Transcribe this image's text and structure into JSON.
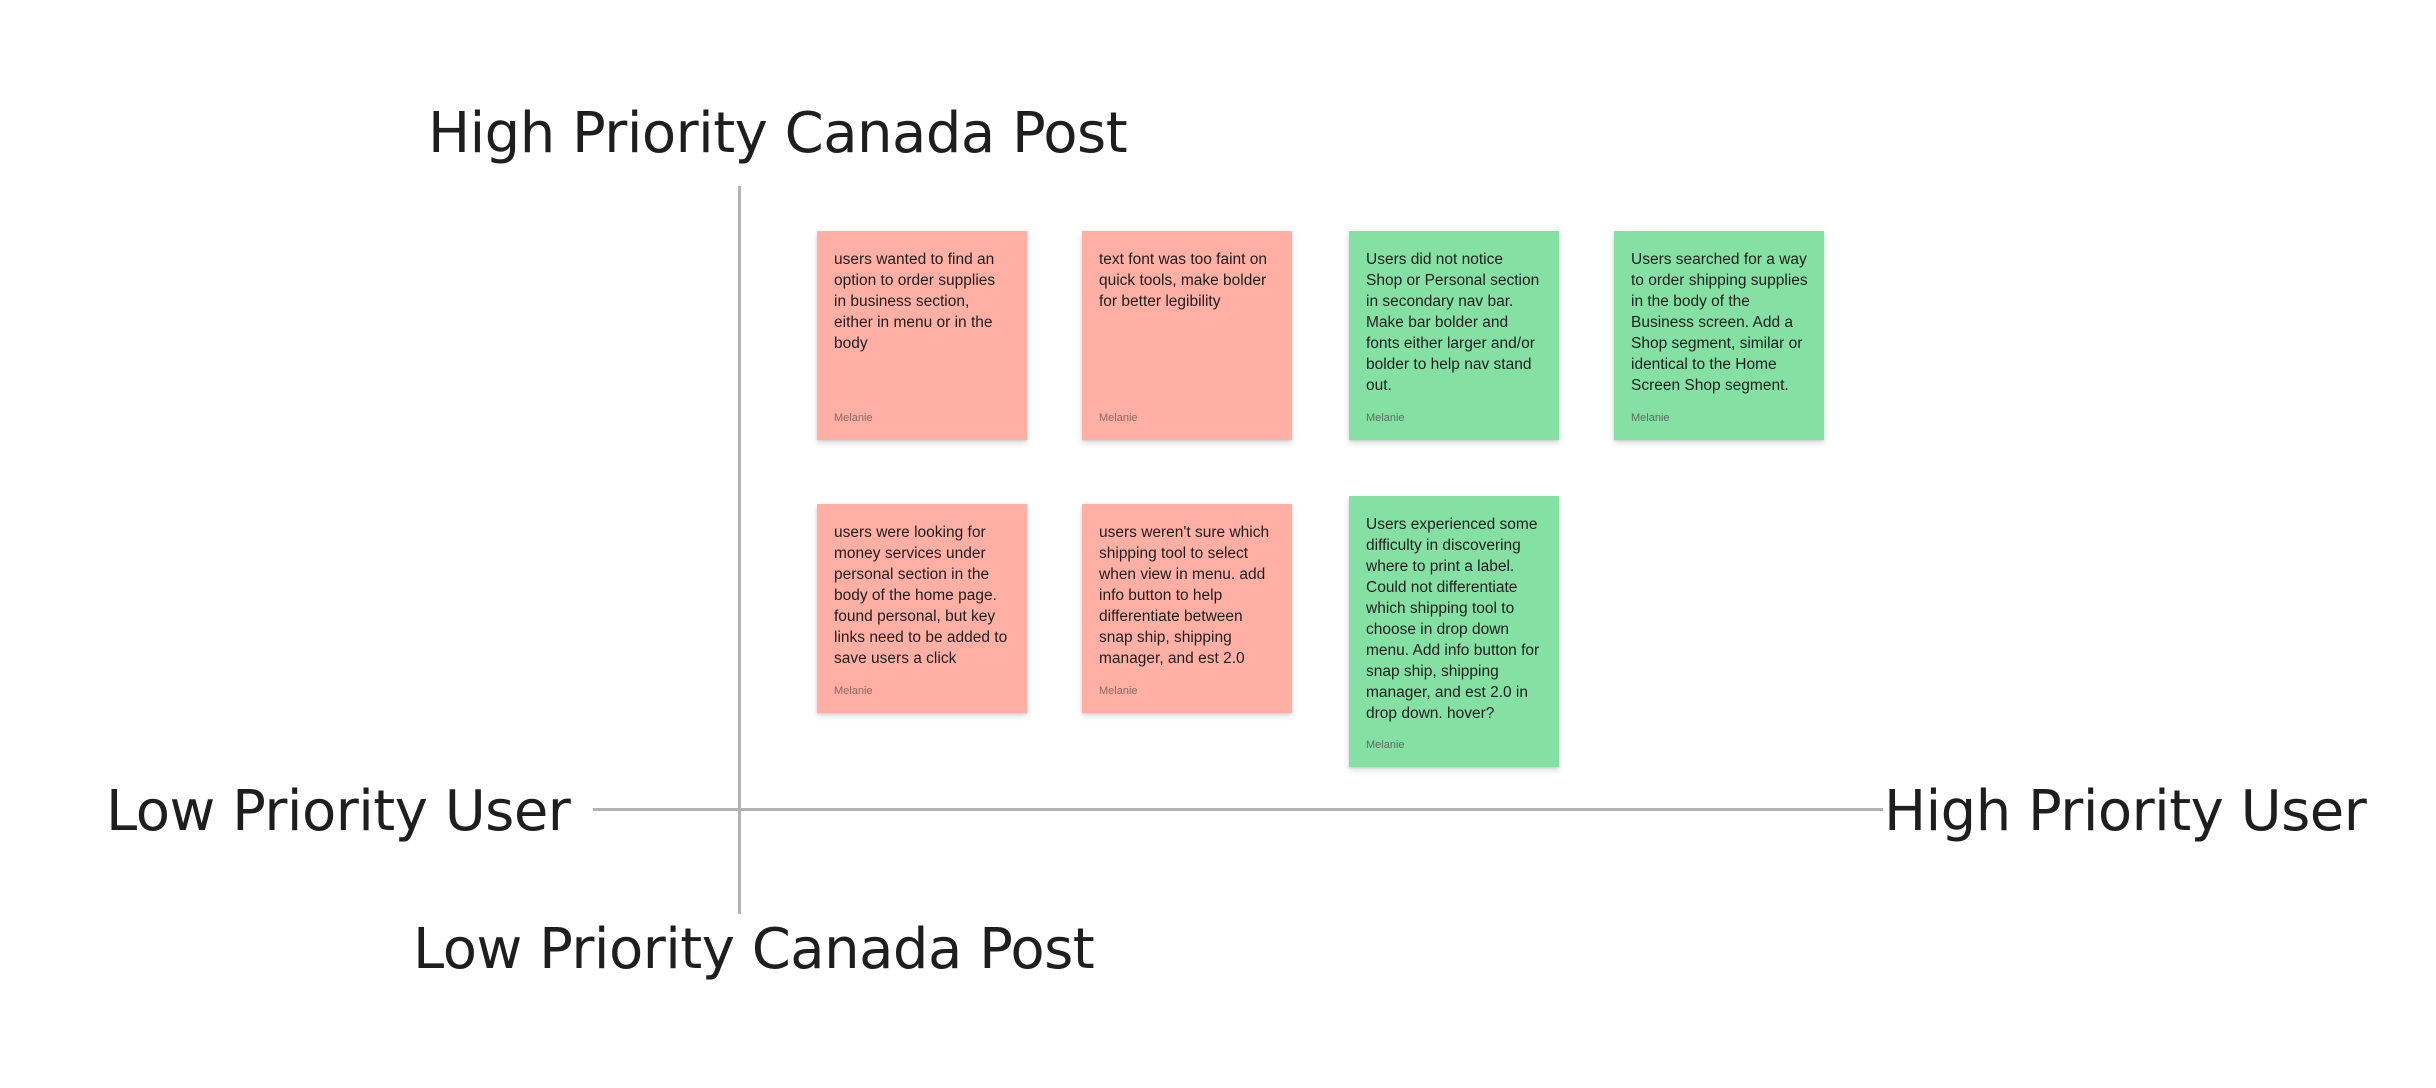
{
  "axes": {
    "top_label": "High Priority Canada Post",
    "bottom_label": "Low Priority Canada Post",
    "left_label": "Low Priority User",
    "right_label": "High Priority User"
  },
  "stickies": [
    {
      "color": "#ffafa3",
      "text": "users wanted to find an option to order supplies in business section, either in menu or in the body",
      "author": "Melanie"
    },
    {
      "color": "#ffafa3",
      "text": "text font was too faint on quick tools, make bolder for better legibility",
      "author": "Melanie"
    },
    {
      "color": "#85e0a3",
      "text": "Users did not notice Shop or Personal section in secondary nav bar. Make bar bolder and fonts either larger and/or bolder to help nav stand out.",
      "author": "Melanie"
    },
    {
      "color": "#85e0a3",
      "text": "Users searched for a way to order shipping supplies in the body of the Business screen. Add a Shop segment, similar or identical to the Home Screen Shop segment.",
      "author": "Melanie"
    },
    {
      "color": "#ffafa3",
      "text": "users were looking for money services under personal section in the body of the home page. found personal, but key links need to be added to save users a click",
      "author": "Melanie"
    },
    {
      "color": "#ffafa3",
      "text": "users weren't sure which shipping tool to select when view in menu. add info button to help differentiate between snap ship, shipping manager, and est 2.0",
      "author": "Melanie"
    },
    {
      "color": "#85e0a3",
      "text": "Users experienced some difficulty in discovering where to print a label. Could not differentiate which shipping tool to choose in drop down menu. Add info button for snap ship, shipping manager, and est 2.0 in drop down. hover?",
      "author": "Melanie"
    }
  ]
}
